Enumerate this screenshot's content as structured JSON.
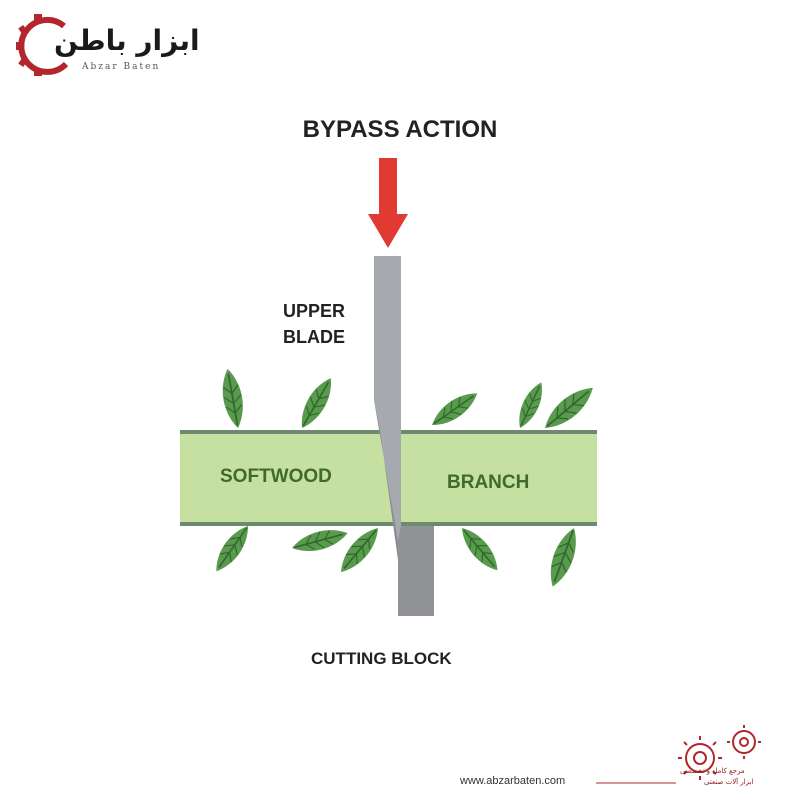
{
  "brand": {
    "name_fa": "ابزار باطن",
    "name_en": "Abzar Baten",
    "website": "www.abzarbaten.com",
    "tagline_1": "مرجع کامل و تخصصی",
    "tagline_2": "ابزار آلات صنعتی",
    "color_primary": "#b3262e"
  },
  "diagram": {
    "title": "BYPASS ACTION",
    "upper_blade_label": [
      "UPPER",
      "BLADE"
    ],
    "left_label": "SOFTWOOD",
    "right_label": "BRANCH",
    "bottom_label": "CUTTING BLOCK",
    "colors": {
      "arrow": "#e03a33",
      "blade": "#a6a9ad",
      "blade_dark": "#8a8d91",
      "block": "#909295",
      "branch_fill": "#c6e0a2",
      "branch_edge": "#6e8a6e",
      "leaf": "#5a9a4e",
      "leaf_vein": "#2f6a2b"
    }
  }
}
